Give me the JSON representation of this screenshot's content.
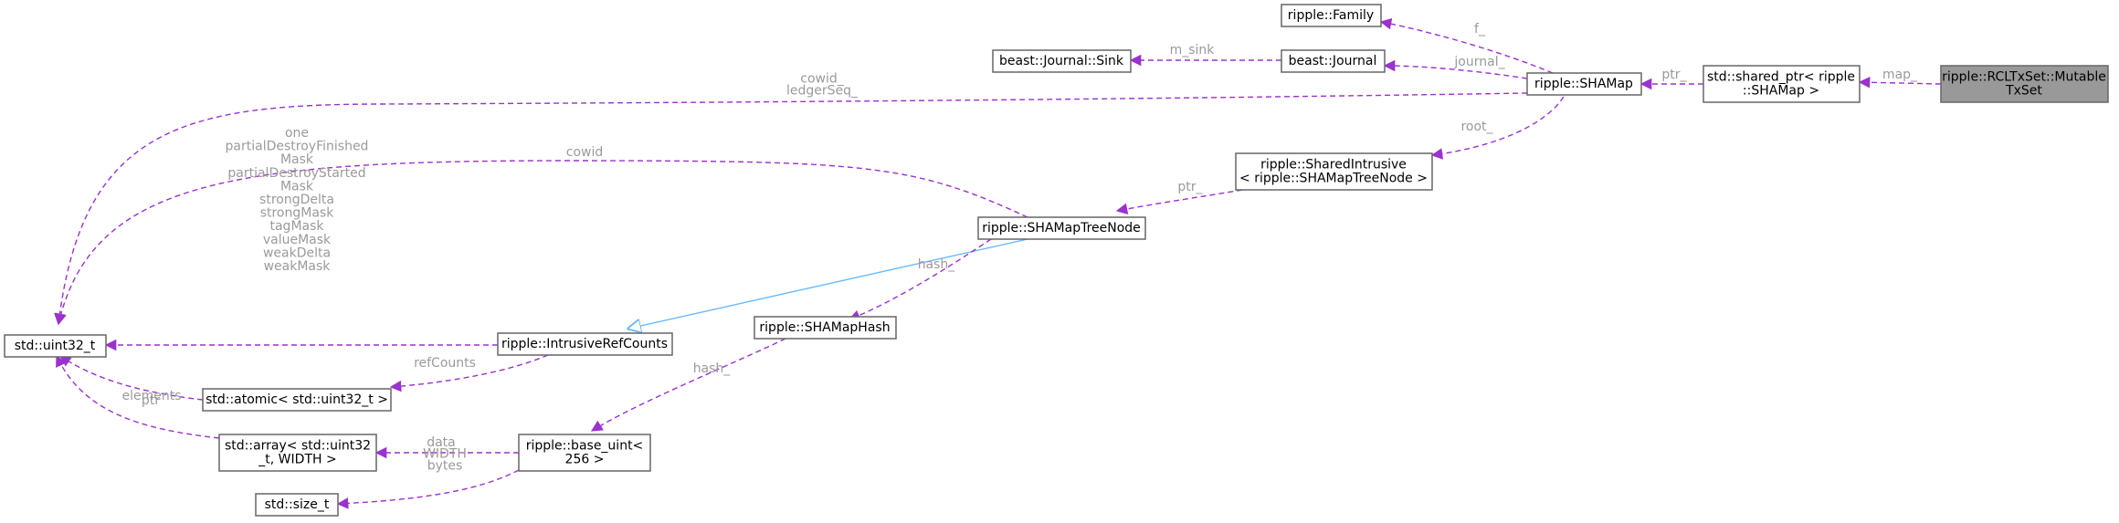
{
  "nodes": {
    "mutable_txset": [
      "ripple::RCLTxSet::Mutable",
      "TxSet"
    ],
    "shared_ptr": [
      "std::shared_ptr< ripple",
      "::SHAMap >"
    ],
    "shamap": [
      "ripple::SHAMap"
    ],
    "family": [
      "ripple::Family"
    ],
    "journal": [
      "beast::Journal"
    ],
    "journal_sink": [
      "beast::Journal::Sink"
    ],
    "shared_intrusive": [
      "ripple::SharedIntrusive",
      "< ripple::SHAMapTreeNode >"
    ],
    "treenode": [
      "ripple::SHAMapTreeNode"
    ],
    "intrusive_refcounts": [
      "ripple::IntrusiveRefCounts"
    ],
    "shamaphash": [
      "ripple::SHAMapHash"
    ],
    "uint32": [
      "std::uint32_t"
    ],
    "atomic": [
      "std::atomic< std::uint32_t >"
    ],
    "array": [
      "std::array< std::uint32",
      "_t, WIDTH >"
    ],
    "base_uint": [
      "ripple::base_uint<",
      "256 >"
    ],
    "size_t": [
      "std::size_t"
    ]
  },
  "edges": {
    "map": [
      "map_"
    ],
    "ptr_shared": [
      "ptr_"
    ],
    "f": [
      "f_"
    ],
    "journal": [
      "journal_"
    ],
    "m_sink": [
      "m_sink"
    ],
    "cowid_ledgerseq": [
      "cowid_",
      "ledgerSeq_"
    ],
    "root": [
      "root_"
    ],
    "ptr_intrusive": [
      "ptr_"
    ],
    "cowid": [
      "cowid"
    ],
    "masks": [
      "one",
      "partialDestroyFinished",
      "Mask",
      "partialDestroyStarted",
      "Mask",
      "strongDelta",
      "strongMask",
      "tagMask",
      "valueMask",
      "weakDelta",
      "weakMask"
    ],
    "hash_tree": [
      "hash_"
    ],
    "refcounts": [
      "refCounts"
    ],
    "hash_base": [
      "hash_"
    ],
    "ptr_atomic": [
      "ptr"
    ],
    "elements": [
      "elements"
    ],
    "data": [
      "data"
    ],
    "width_bytes": [
      "WIDTH",
      "bytes"
    ]
  },
  "colors": {
    "usage_edge": "#9a32cd",
    "inherit_edge": "#63b8ff",
    "highlight_node": "#999999",
    "label_text": "#9a9a9a"
  }
}
